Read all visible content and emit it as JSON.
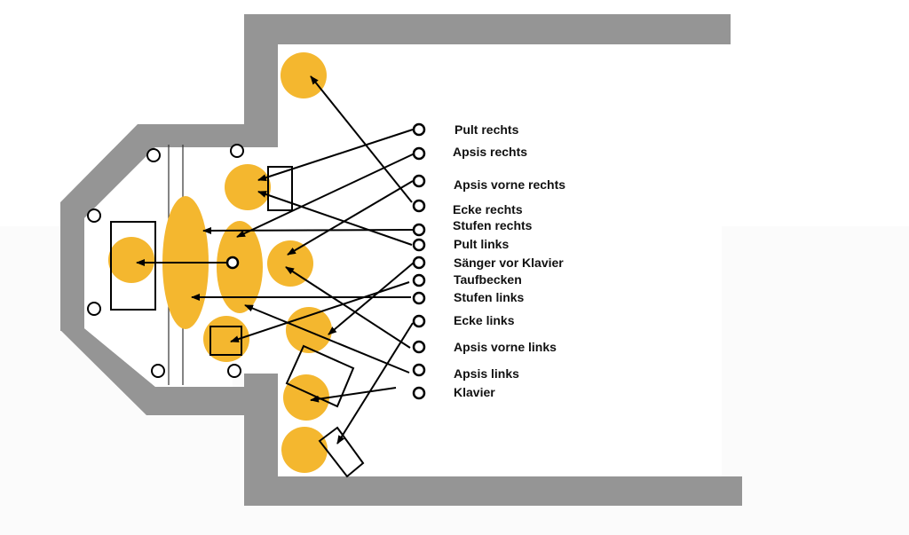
{
  "diagram": {
    "title": "",
    "colors": {
      "wall": "#959595",
      "zone": "#F4B72F",
      "line": "#000000",
      "background": "#ffffff"
    },
    "labels": [
      {
        "id": "pult-rechts",
        "text": "Pult rechts"
      },
      {
        "id": "apsis-rechts",
        "text": "Apsis rechts"
      },
      {
        "id": "apsis-vorne-rechts",
        "text": "Apsis vorne rechts"
      },
      {
        "id": "ecke-rechts",
        "text": "Ecke rechts"
      },
      {
        "id": "stufen-rechts",
        "text": "Stufen rechts"
      },
      {
        "id": "pult-links",
        "text": "Pult links"
      },
      {
        "id": "saenger-vor-klavier",
        "text": "Sänger vor Klavier"
      },
      {
        "id": "taufbecken",
        "text": "Taufbecken"
      },
      {
        "id": "stufen-links",
        "text": "Stufen links"
      },
      {
        "id": "ecke-links",
        "text": "Ecke links"
      },
      {
        "id": "apsis-vorne-links",
        "text": "Apsis vorne links"
      },
      {
        "id": "apsis-links",
        "text": "Apsis links"
      },
      {
        "id": "klavier",
        "text": "Klavier"
      }
    ]
  }
}
